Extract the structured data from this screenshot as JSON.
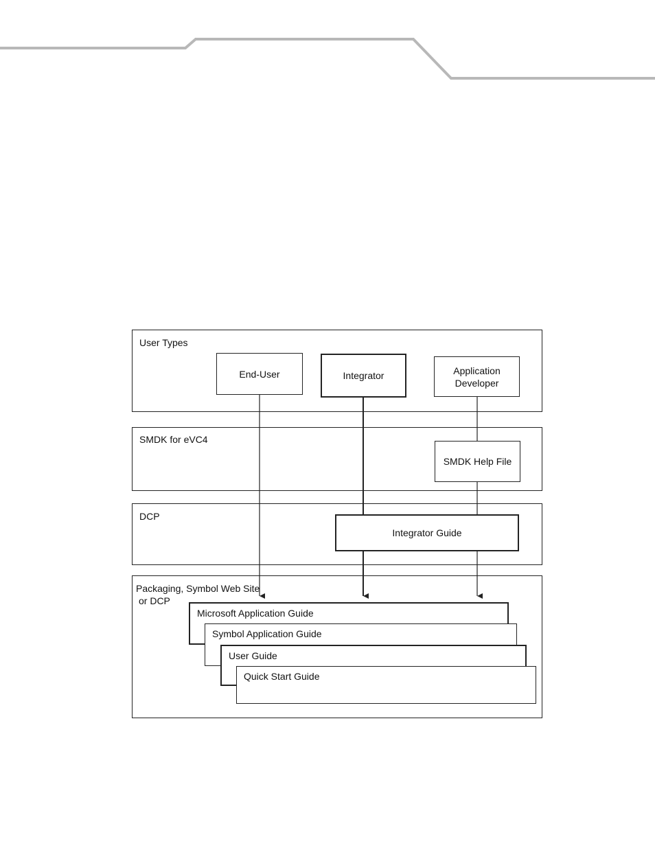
{
  "sections": {
    "user_types": {
      "label": "User Types"
    },
    "smdk": {
      "label": "SMDK for eVC4"
    },
    "dcp": {
      "label": "DCP"
    },
    "packaging": {
      "label_line1": "Packaging, Symbol Web Site",
      "label_line2": "or DCP"
    }
  },
  "users": {
    "end_user": "End-User",
    "integrator": "Integrator",
    "app_dev_line1": "Application",
    "app_dev_line2": "Developer"
  },
  "smdk_help_file": "SMDK Help File",
  "integrator_guide": "Integrator Guide",
  "documents": [
    "Microsoft Application Guide",
    "Symbol Application Guide",
    "User Guide",
    "Quick Start Guide"
  ],
  "colors": {
    "line": "#222222",
    "header_rule": "#b8b8b8"
  }
}
